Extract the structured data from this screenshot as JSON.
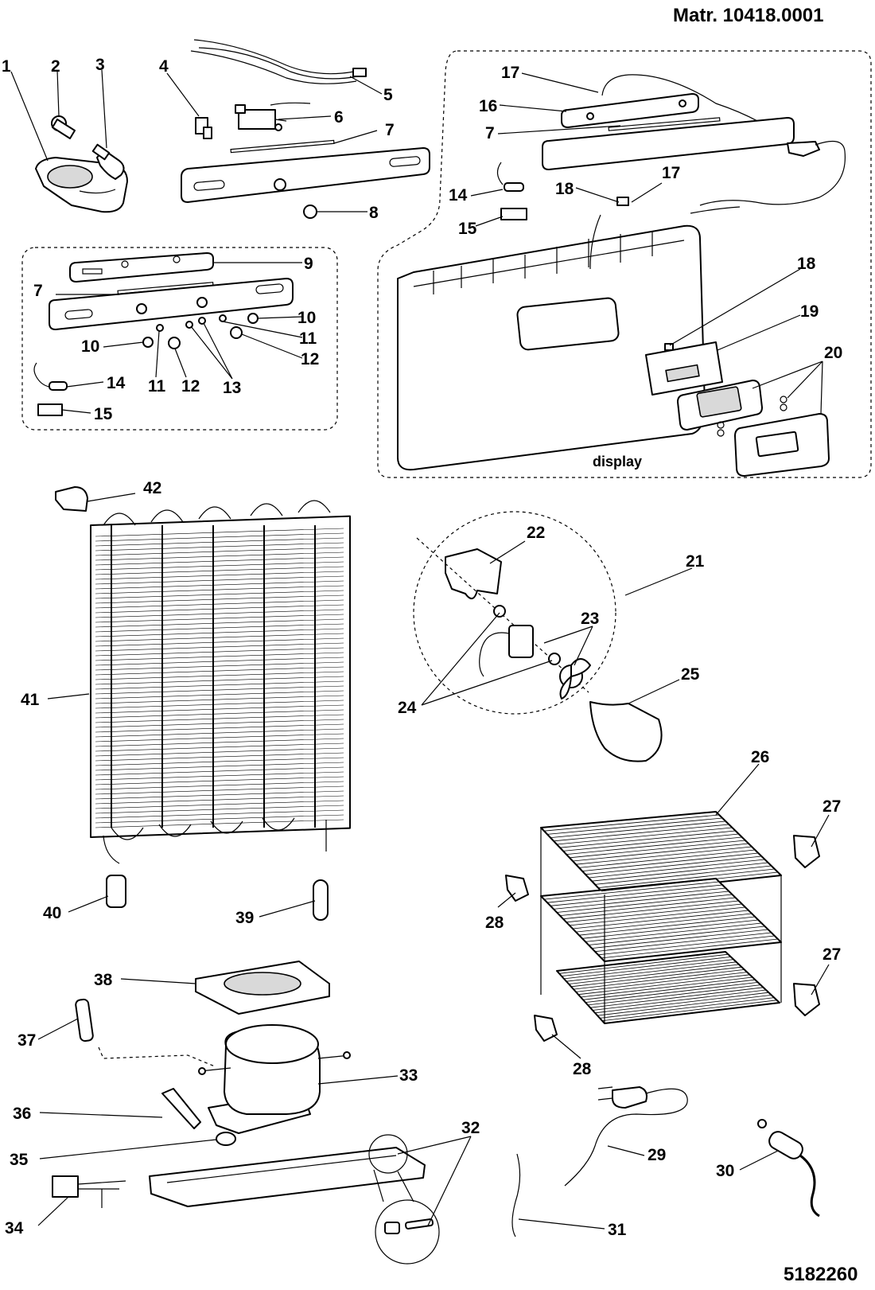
{
  "header": {
    "matr": "Matr. 10418.0001"
  },
  "footer": {
    "code": "5182260"
  },
  "captions": {
    "display": "display"
  },
  "callouts": [
    {
      "id": "c1",
      "label": "1"
    },
    {
      "id": "c2",
      "label": "2"
    },
    {
      "id": "c3",
      "label": "3"
    },
    {
      "id": "c4",
      "label": "4"
    },
    {
      "id": "c5",
      "label": "5"
    },
    {
      "id": "c6",
      "label": "6"
    },
    {
      "id": "c7a",
      "label": "7"
    },
    {
      "id": "c8",
      "label": "8"
    },
    {
      "id": "c9",
      "label": "9"
    },
    {
      "id": "c7b",
      "label": "7"
    },
    {
      "id": "c10a",
      "label": "10"
    },
    {
      "id": "c10b",
      "label": "10"
    },
    {
      "id": "c11a",
      "label": "11"
    },
    {
      "id": "c11b",
      "label": "11"
    },
    {
      "id": "c12a",
      "label": "12"
    },
    {
      "id": "c12b",
      "label": "12"
    },
    {
      "id": "c13",
      "label": "13"
    },
    {
      "id": "c14a",
      "label": "14"
    },
    {
      "id": "c15a",
      "label": "15"
    },
    {
      "id": "c17a",
      "label": "17"
    },
    {
      "id": "c16",
      "label": "16"
    },
    {
      "id": "c7c",
      "label": "7"
    },
    {
      "id": "c17b",
      "label": "17"
    },
    {
      "id": "c18a",
      "label": "18"
    },
    {
      "id": "c14b",
      "label": "14"
    },
    {
      "id": "c15b",
      "label": "15"
    },
    {
      "id": "c18b",
      "label": "18"
    },
    {
      "id": "c19",
      "label": "19"
    },
    {
      "id": "c20",
      "label": "20"
    },
    {
      "id": "c42",
      "label": "42"
    },
    {
      "id": "c41",
      "label": "41"
    },
    {
      "id": "c40",
      "label": "40"
    },
    {
      "id": "c39",
      "label": "39"
    },
    {
      "id": "c22",
      "label": "22"
    },
    {
      "id": "c21",
      "label": "21"
    },
    {
      "id": "c23",
      "label": "23"
    },
    {
      "id": "c24",
      "label": "24"
    },
    {
      "id": "c25",
      "label": "25"
    },
    {
      "id": "c26",
      "label": "26"
    },
    {
      "id": "c27a",
      "label": "27"
    },
    {
      "id": "c27b",
      "label": "27"
    },
    {
      "id": "c28a",
      "label": "28"
    },
    {
      "id": "c28b",
      "label": "28"
    },
    {
      "id": "c38",
      "label": "38"
    },
    {
      "id": "c37",
      "label": "37"
    },
    {
      "id": "c33",
      "label": "33"
    },
    {
      "id": "c36",
      "label": "36"
    },
    {
      "id": "c35",
      "label": "35"
    },
    {
      "id": "c34",
      "label": "34"
    },
    {
      "id": "c32",
      "label": "32"
    },
    {
      "id": "c29",
      "label": "29"
    },
    {
      "id": "c30",
      "label": "30"
    },
    {
      "id": "c31",
      "label": "31"
    }
  ]
}
